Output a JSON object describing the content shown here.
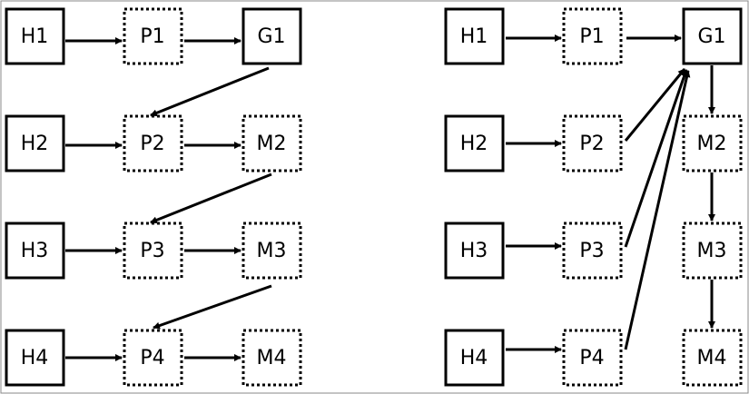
{
  "left": {
    "nodes": {
      "h1": "H1",
      "p1": "P1",
      "g1": "G1",
      "h2": "H2",
      "p2": "P2",
      "m2": "M2",
      "h3": "H3",
      "p3": "P3",
      "m3": "M3",
      "h4": "H4",
      "p4": "P4",
      "m4": "M4"
    }
  },
  "right": {
    "nodes": {
      "h1": "H1",
      "p1": "P1",
      "g1": "G1",
      "h2": "H2",
      "p2": "P2",
      "m2": "M2",
      "h3": "H3",
      "p3": "P3",
      "m3": "M3",
      "h4": "H4",
      "p4": "P4",
      "m4": "M4"
    }
  }
}
